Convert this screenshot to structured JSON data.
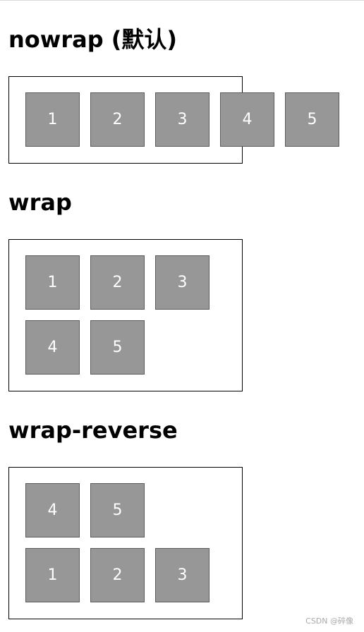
{
  "sections": [
    {
      "title": "nowrap (默认)",
      "rows": [
        [
          "1",
          "2",
          "3",
          "4",
          "5"
        ]
      ]
    },
    {
      "title": "wrap",
      "rows": [
        [
          "1",
          "2",
          "3"
        ],
        [
          "4",
          "5"
        ]
      ]
    },
    {
      "title": "wrap-reverse",
      "rows": [
        [
          "4",
          "5"
        ],
        [
          "1",
          "2",
          "3"
        ]
      ]
    }
  ],
  "watermark": "CSDN @碎像",
  "colors": {
    "box_fill": "#979797",
    "box_text": "#ffffff",
    "container_border": "#000000"
  }
}
